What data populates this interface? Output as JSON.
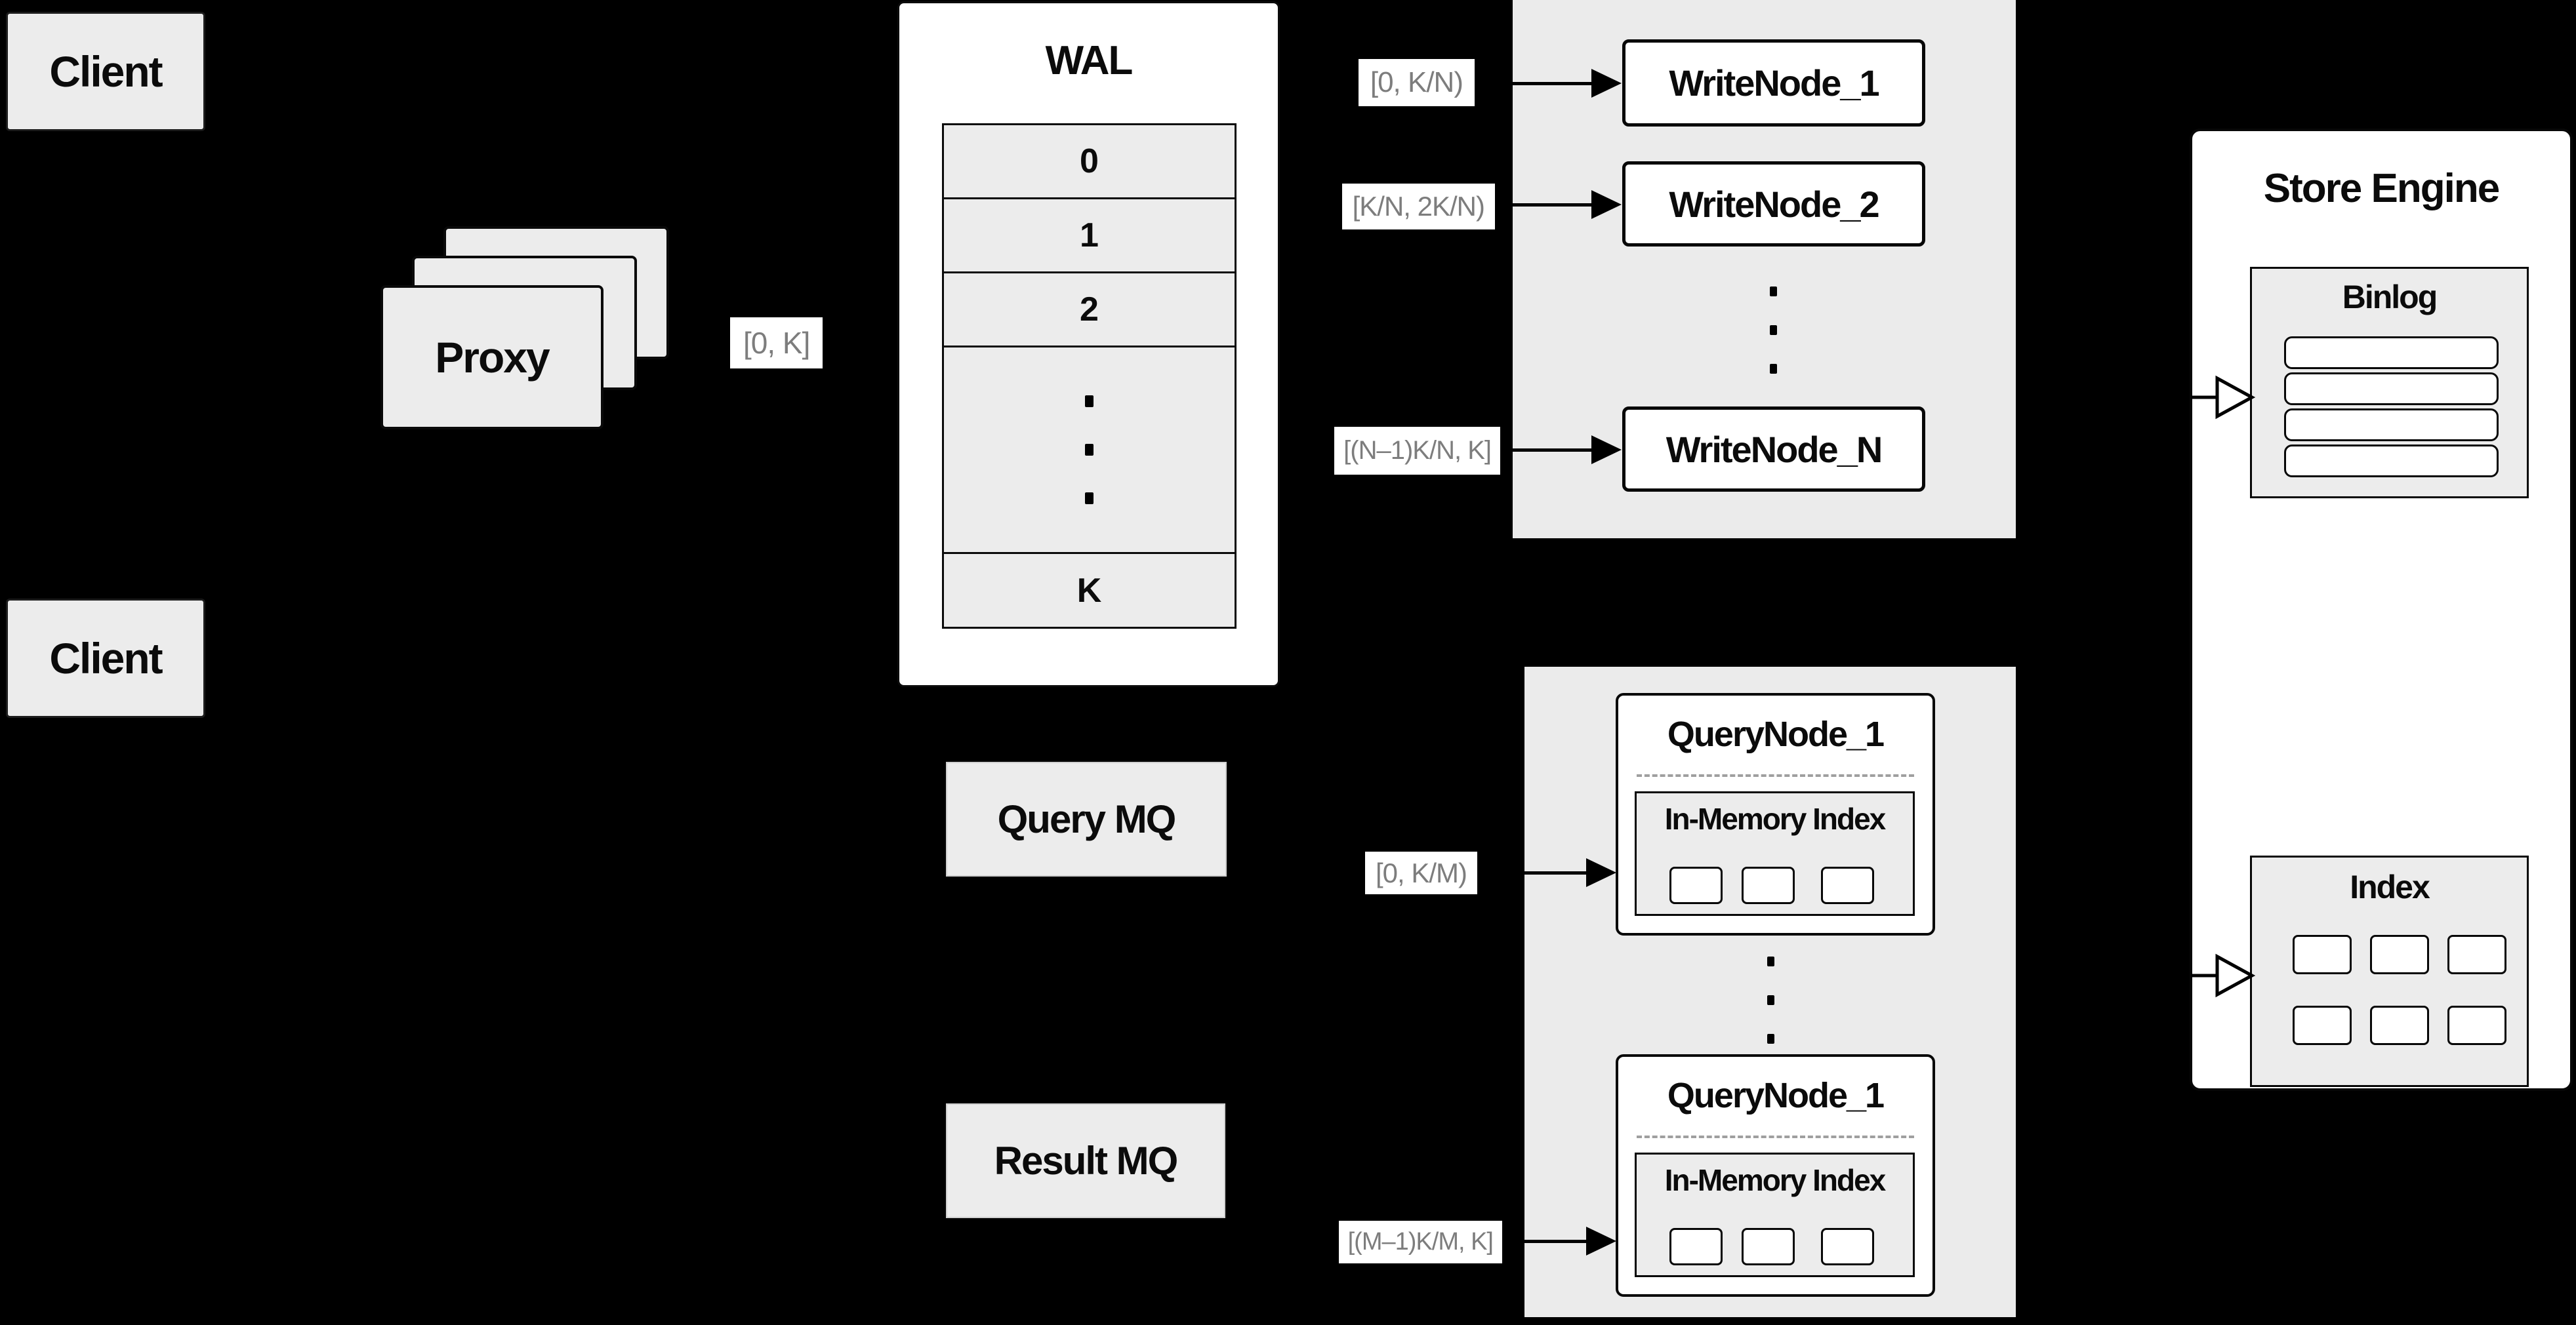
{
  "colors": {
    "background": "#000000",
    "panel_gray": "#ebebeb",
    "box_gray": "#ececec",
    "white": "#ffffff",
    "border_dark": "#0a0a0a",
    "range_label_text": "#7d7d7d"
  },
  "clients": {
    "top": "Client",
    "bottom": "Client"
  },
  "proxy": {
    "title": "Proxy",
    "range_label": "[0, K]"
  },
  "wal": {
    "title": "WAL",
    "rows": [
      "0",
      "1",
      "2"
    ],
    "tail_row": "K"
  },
  "write_cluster": {
    "node1": "WriteNode_1",
    "node2": "WriteNode_2",
    "nodeN": "WriteNode_N",
    "range1": "[0, K/N)",
    "range2": "[K/N, 2K/N)",
    "rangeN": "[(N–1)K/N, K]"
  },
  "mq": {
    "query": "Query MQ",
    "result": "Result MQ"
  },
  "query_cluster": {
    "node_top_title": "QueryNode_1",
    "node_bottom_title": "QueryNode_1",
    "inner_title": "In-Memory Index",
    "range_top": "[0, K/M)",
    "range_bottom": "[(M–1)K/M, K]"
  },
  "store_engine": {
    "title": "Store Engine",
    "binlog_title": "Binlog",
    "index_title": "Index"
  }
}
